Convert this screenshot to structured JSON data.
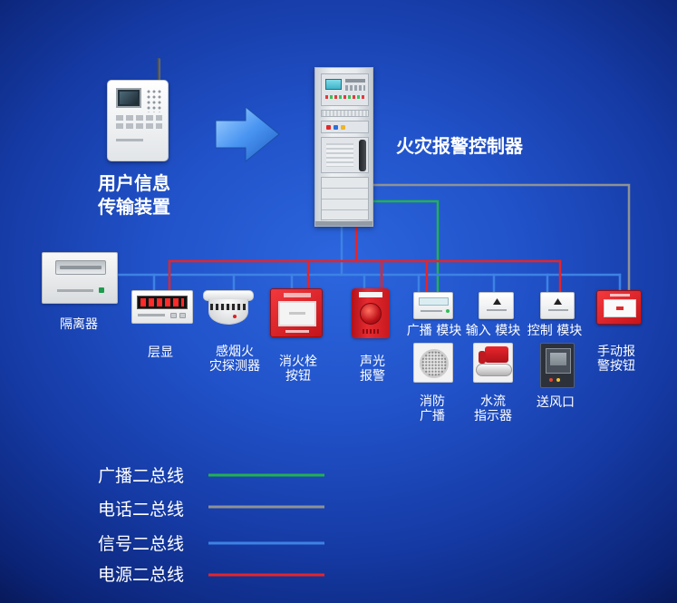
{
  "transmission_device": {
    "label_lines": [
      "用户信息",
      "传输装置"
    ]
  },
  "controller": {
    "label": "火灾报警控制器"
  },
  "devices": {
    "isolator": {
      "label_lines": [
        "隔离器"
      ]
    },
    "floor_display": {
      "label_lines": [
        "层显"
      ]
    },
    "smoke_detector": {
      "label_lines": [
        "感烟火",
        "灾探测器"
      ]
    },
    "hydrant_button": {
      "label_lines": [
        "消火栓",
        "按钮"
      ]
    },
    "sound_light_alarm": {
      "label_lines": [
        "声光",
        "报警"
      ]
    },
    "broadcast_module": {
      "label_lines": [
        "广播 模块"
      ]
    },
    "input_module": {
      "label_lines": [
        "输入 模块"
      ]
    },
    "control_module": {
      "label_lines": [
        "控制 模块"
      ]
    },
    "manual_alarm_button": {
      "label_lines": [
        "手动报",
        "警按钮"
      ]
    },
    "fire_broadcast_speaker": {
      "label_lines": [
        "消防",
        "广播"
      ]
    },
    "water_flow_indicator": {
      "label_lines": [
        "水流",
        "指示器"
      ]
    },
    "air_supply_outlet": {
      "label_lines": [
        "送风口"
      ]
    }
  },
  "legend": [
    {
      "label": "广播二总线",
      "color": "#22b24c"
    },
    {
      "label": "电话二总线",
      "color": "#8e9295"
    },
    {
      "label": "信号二总线",
      "color": "#3d82e4"
    },
    {
      "label": "电源二总线",
      "color": "#e3252b"
    }
  ]
}
